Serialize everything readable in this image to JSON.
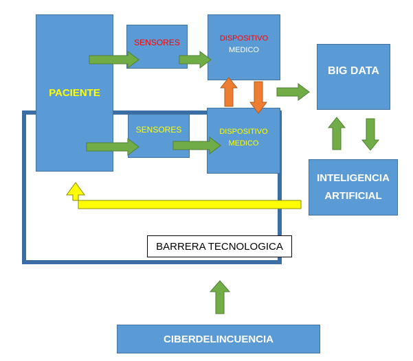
{
  "nodes": {
    "paciente": "PACIENTE",
    "sensores_top": "SENSORES",
    "sensores_bottom": "SENSORES",
    "dispositivo_top": [
      "DISPOSITIVO",
      "MEDICO"
    ],
    "dispositivo_bottom": [
      "DISPOSITIVO",
      "MEDICO"
    ],
    "big_data": "BIG DATA",
    "ia": [
      "INTELIGENCIA",
      "ARTIFICIAL"
    ],
    "barrera": "BARRERA TECNOLOGICA",
    "ciberdelincuencia": "CIBERDELINCUENCIA"
  },
  "colors": {
    "box_fill": "#5b9bd5",
    "frame": "#3a6ea5",
    "arrow_green": "#70ad47",
    "arrow_orange": "#ed7d31",
    "arrow_yellow": "#ffff00",
    "text_yellow": "#ffff00",
    "text_red": "#ff0000",
    "text_white": "#ffffff"
  }
}
